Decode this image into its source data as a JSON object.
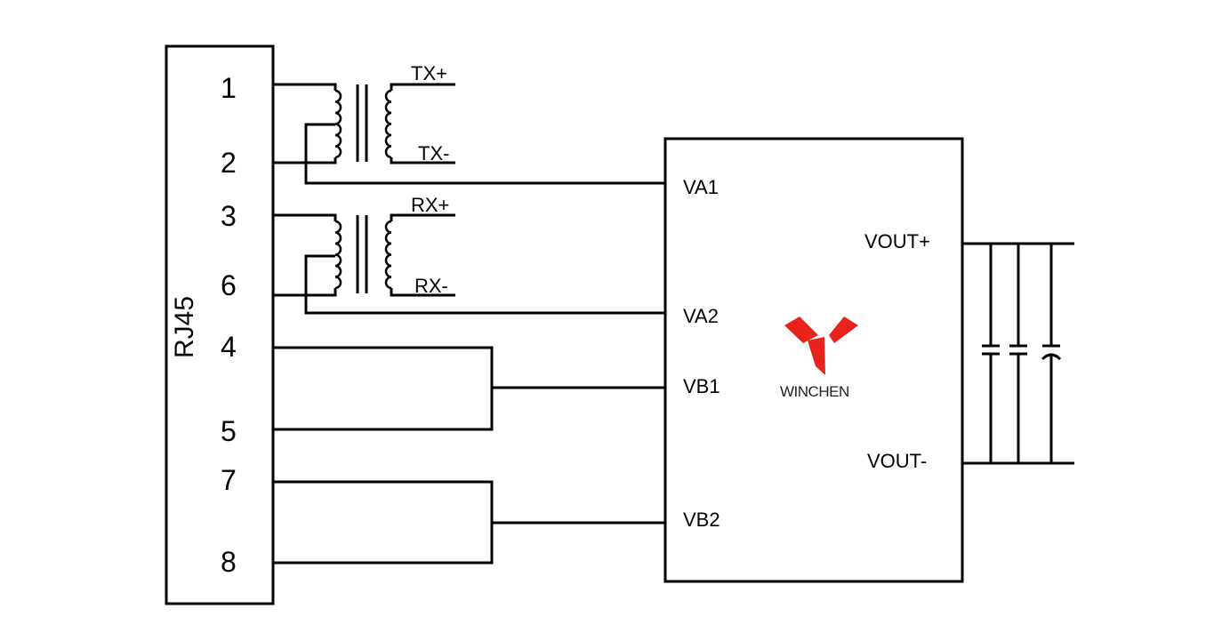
{
  "connector": {
    "label": "RJ45",
    "pins": [
      "1",
      "2",
      "3",
      "6",
      "4",
      "5",
      "7",
      "8"
    ]
  },
  "transformers": {
    "tx_plus": "TX+",
    "tx_minus": "TX-",
    "rx_plus": "RX+",
    "rx_minus": "RX-"
  },
  "module": {
    "inputs": [
      "VA1",
      "VA2",
      "VB1",
      "VB2"
    ],
    "vout_plus": "VOUT+",
    "vout_minus": "VOUT-",
    "logo_text": "WINCHEN",
    "logo_color": "#e8231b"
  }
}
